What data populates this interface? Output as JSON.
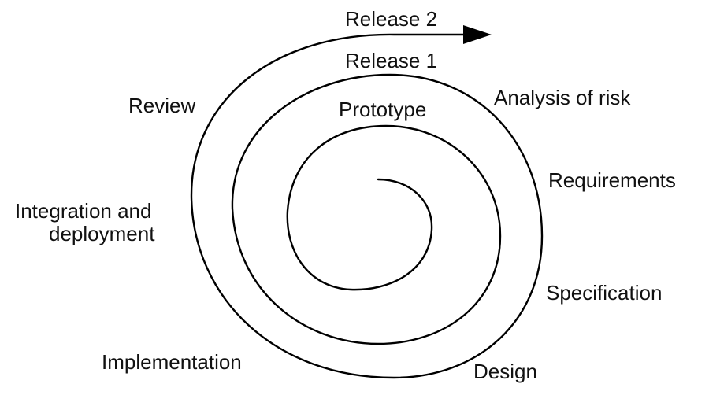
{
  "labels": {
    "release_2": "Release 2",
    "release_1": "Release 1",
    "prototype": "Prototype",
    "review": "Review",
    "analysis_of_risk": "Analysis of risk",
    "requirements": "Requirements",
    "integration_line1": "Integration and",
    "integration_line2": "deployment",
    "specification": "Specification",
    "implementation": "Implementation",
    "design": "Design"
  },
  "colors": {
    "stroke": "#000000",
    "text": "#111111",
    "background": "#ffffff"
  },
  "icons": {
    "arrowhead": "arrow-right-icon"
  }
}
